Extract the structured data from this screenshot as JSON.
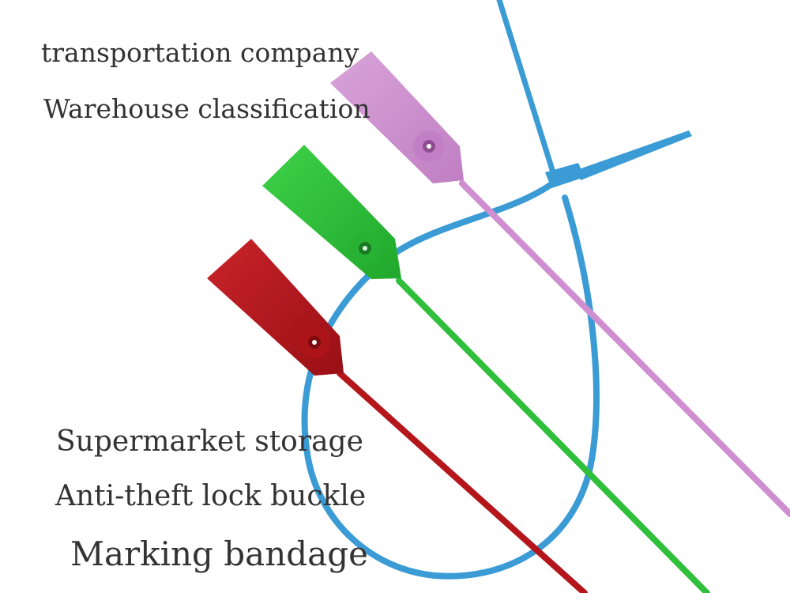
{
  "captions": {
    "line1": "transportation company",
    "line2": "Warehouse classification",
    "line3": "Supermarket storage",
    "line4": "Anti-theft lock buckle",
    "line5": "Marking bandage"
  },
  "colors": {
    "background": "#ffffff",
    "text": "#333333",
    "blue_seal": "#3a9bd5",
    "pink_seal": "#cf8ed0",
    "green_seal": "#2fbf3a",
    "red_seal": "#b5161c"
  },
  "illustration": {
    "description_icons": [
      "blue-plastic-seal-icon",
      "pink-plastic-seal-icon",
      "green-plastic-seal-icon",
      "red-plastic-seal-icon"
    ]
  }
}
